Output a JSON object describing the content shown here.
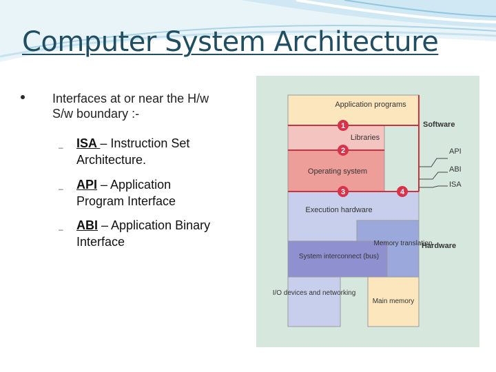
{
  "slide": {
    "title": "Computer System Architecture",
    "bullet": "Interfaces at or near the H/w S/w boundary :-",
    "subitems": [
      {
        "key": "ISA ",
        "desc": " – Instruction Set Architecture."
      },
      {
        "key": "API",
        "desc": " – Application Program Interface"
      },
      {
        "key": "ABI",
        "desc": " – Application Binary Interface"
      }
    ]
  },
  "diagram": {
    "blocks": {
      "application": "Application programs",
      "libraries": "Libraries",
      "operating_system": "Operating system",
      "execution": "Execution hardware",
      "memory": "Memory translation",
      "interconnect": "System interconnect (bus)",
      "io": "I/O devices and networking",
      "main_memory": "Main memory"
    },
    "markers": [
      "1",
      "2",
      "3",
      "4"
    ],
    "side_labels": {
      "software": "Software",
      "api": "API",
      "abi": "ABI",
      "isa": "ISA",
      "hardware": "Hardware"
    }
  },
  "colors": {
    "title": "#1f4e63",
    "figure_bg": "#d6e8dd",
    "marker": "#d8334a"
  }
}
